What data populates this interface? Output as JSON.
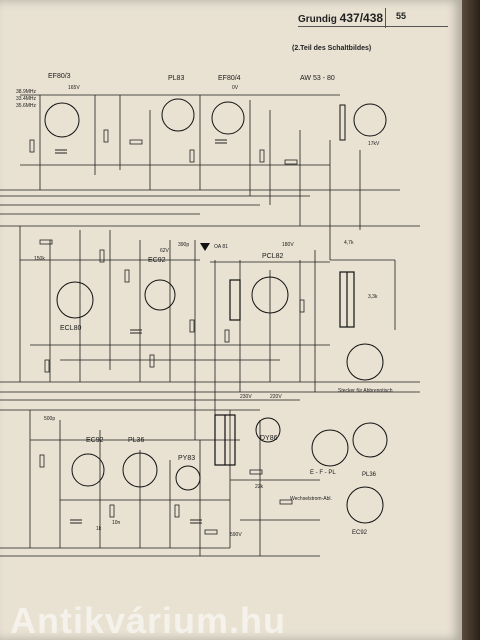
{
  "header": {
    "brand": "Grundig",
    "model": "437/438",
    "page_number": "55",
    "subtitle": "(2.Teil des Schaltbildes)"
  },
  "tubes": {
    "ef80_3": "EF80/3",
    "pl83": "PL83",
    "ef80_4": "EF80/4",
    "aw53": "AW 53 - 80",
    "ec92_top": "EC92",
    "pcl82": "PCL82",
    "ecl80": "ECL80",
    "ec92_bottom": "EC92",
    "pl36": "PL36",
    "py83": "PY83",
    "dy86": "DY86",
    "pl36_socket": "PL36",
    "ec92_socket": "EC92",
    "e_f_pl": "E - F - PL"
  },
  "labels": {
    "freq1": "38.9MHz",
    "freq2": "33.4MHz",
    "freq3": "35.6MHz",
    "voltage_165": "165V",
    "voltage_0v": "0V",
    "voltage_17kv": "17kV",
    "voltage_180v": "180V",
    "voltage_220v": "220V",
    "voltage_230v": "230V",
    "voltage_590v": "590V",
    "voltage_62v": "62V",
    "res_47k": "4,7k",
    "cap_390p": "390p",
    "diode_oa81": "OA 81",
    "cap_500p": "500p",
    "res_150k": "150k",
    "res_33k": "3,3k",
    "socket_caption": "Stecker für Abbrenntisch",
    "bottom_caption": "Wechselstrom-Abl.",
    "cap_10n": "10n",
    "res_1k": "1k",
    "res_22k": "22k"
  },
  "watermark": "Antikvárium.hu"
}
